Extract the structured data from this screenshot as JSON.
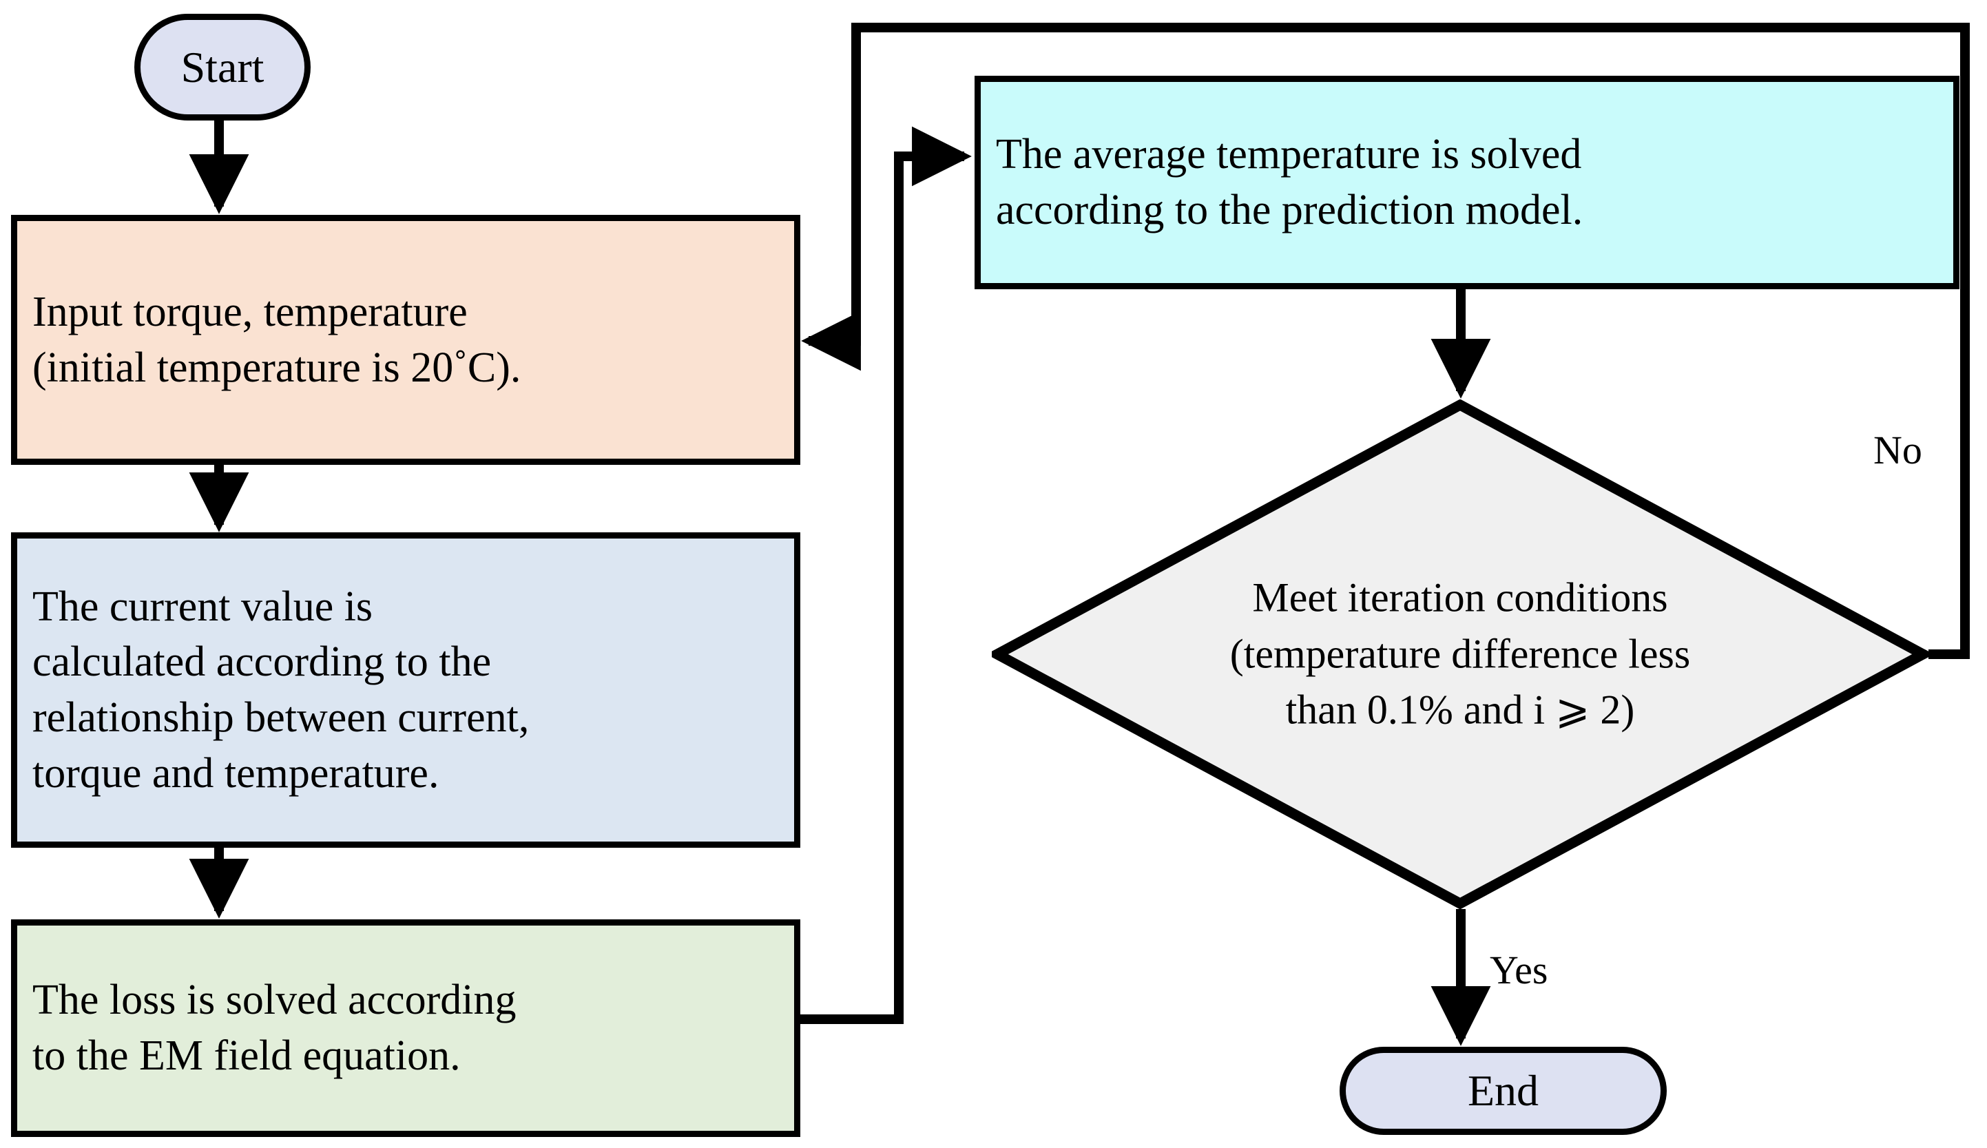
{
  "diagram": {
    "title": "Iterative electromagnetic-thermal coupling flowchart",
    "type": "flowchart",
    "colors": {
      "terminator_fill": "#dde1f2",
      "input_fill": "#fae2d2",
      "process_fill": "#dce6f2",
      "loss_fill": "#e2eeda",
      "prediction_fill": "#c9fbfb",
      "decision_fill": "#f0f0f0",
      "stroke": "#000000",
      "background": "#ffffff"
    },
    "nodes": {
      "start": {
        "label": "Start",
        "shape": "terminator"
      },
      "input": {
        "line1": "Input torque, temperature",
        "line2": "(initial temperature is 20˚C).",
        "shape": "process"
      },
      "current": {
        "line1": "The current value is",
        "line2": "calculated according to the",
        "line3": "relationship between current,",
        "line4": "torque and temperature.",
        "shape": "process"
      },
      "loss": {
        "line1": "The loss is solved according",
        "line2": "to the EM field equation.",
        "shape": "process"
      },
      "average": {
        "line1": "The average temperature is solved",
        "line2": "according to the prediction model.",
        "shape": "process"
      },
      "decision": {
        "line1": "Meet iteration conditions",
        "line2": "(temperature difference less",
        "line3": "than 0.1% and i ⩾ 2)",
        "shape": "decision"
      },
      "end": {
        "label": "End",
        "shape": "terminator"
      }
    },
    "edge_labels": {
      "no": "No",
      "yes": "Yes"
    }
  }
}
